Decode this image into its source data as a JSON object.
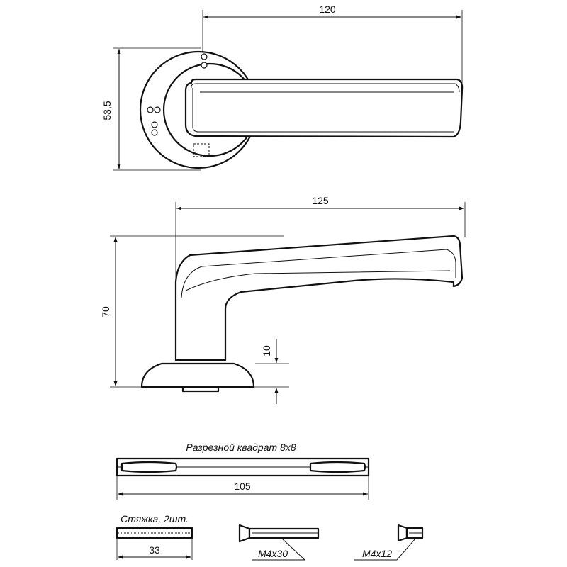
{
  "dimensions": {
    "top_width": "120",
    "top_height": "53,5",
    "side_width": "125",
    "side_height": "70",
    "rose_height": "10",
    "spindle_length": "105",
    "tie_length": "33"
  },
  "labels": {
    "spindle_caption": "Разрезной квадрат 8x8",
    "tie_caption": "Стяжка, 2шт.",
    "screw_long": "M4x30",
    "screw_short": "M4x12"
  }
}
